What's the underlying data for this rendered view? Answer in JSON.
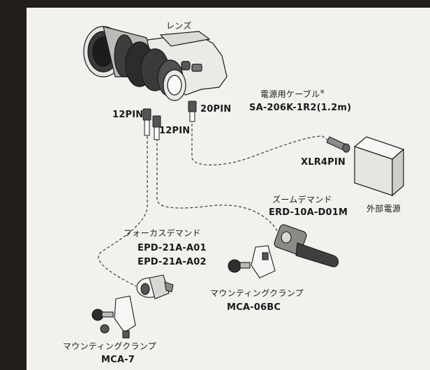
{
  "lens": {
    "label": "レンズ"
  },
  "connectors": {
    "pin12_a": "12PIN",
    "pin12_b": "12PIN",
    "pin20": "20PIN",
    "xlr": "XLR4PIN"
  },
  "power_cable": {
    "name": "電源用ケーブル",
    "note_mark": "※",
    "model": "SA-206K-1R2(1.2m)"
  },
  "external_power": {
    "label": "外部電源"
  },
  "zoom_demand": {
    "name": "ズームデマンド",
    "model": "ERD-10A-D01M"
  },
  "focus_demand": {
    "name": "フォーカスデマンド",
    "model_a": "EPD-21A-A01",
    "model_b": "EPD-21A-A02"
  },
  "clamp_zoom": {
    "name": "マウンティングクランプ",
    "model": "MCA-06BC"
  },
  "clamp_focus": {
    "name": "マウンティングクランプ",
    "model": "MCA-7"
  }
}
